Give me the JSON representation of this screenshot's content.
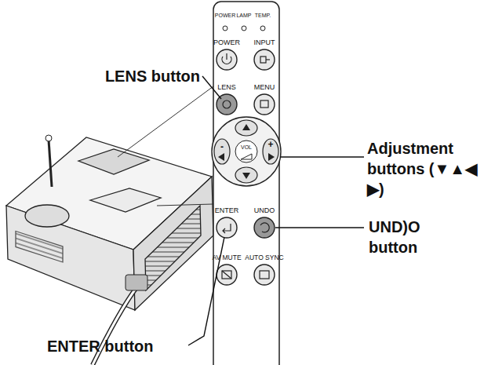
{
  "diagram": {
    "labels": [
      "LENS button",
      "Adjustment buttons (▼▲◀ ▶)",
      "UND)O button",
      "ENTER button",
      "POWER",
      "LAMP",
      "TEMP.",
      "POWER",
      "INPUT",
      "LENS",
      "MENU",
      "VOL",
      "-",
      "+",
      "ENTER",
      "UNDO",
      "AV MUTE",
      "AUTO SYNC"
    ]
  }
}
